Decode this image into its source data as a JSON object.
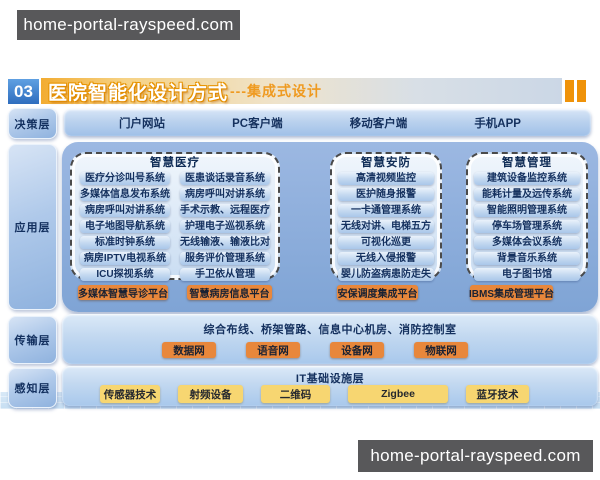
{
  "watermarks": {
    "top": "home-portal-rayspeed.com",
    "bottom": "home-portal-rayspeed.com"
  },
  "header": {
    "number": "03",
    "title": "医院智能化设计方式",
    "subtitle": "---集成式设计"
  },
  "decision": {
    "label": "决策层",
    "items": [
      "门户网站",
      "PC客户端",
      "移动客户端",
      "手机APP"
    ]
  },
  "application": {
    "label": "应用层",
    "medical": {
      "title": "智慧医疗",
      "left": [
        "医疗分诊叫号系统",
        "多媒体信息发布系统",
        "病房呼叫对讲系统",
        "电子地图导航系统",
        "标准时钟系统",
        "病房IPTV电视系统",
        "ICU探视系统"
      ],
      "right": [
        "医患谈话录音系统",
        "病房呼叫对讲系统",
        "手术示教、远程医疗",
        "护理电子巡视系统",
        "无线输液、输液比对",
        "服务评价管理系统",
        "手卫依从管理"
      ]
    },
    "security": {
      "title": "智慧安防",
      "items": [
        "高清视频监控",
        "医护随身报警",
        "一卡通管理系统",
        "无线对讲、电梯五方",
        "可视化巡更",
        "无线入侵报警",
        "婴儿防盗病患防走失"
      ]
    },
    "management": {
      "title": "智慧管理",
      "items": [
        "建筑设备监控系统",
        "能耗计量及远传系统",
        "智能照明管理系统",
        "停车场管理系统",
        "多媒体会议系统",
        "背景音乐系统",
        "电子图书馆"
      ]
    },
    "platforms": [
      "多媒体智慧导诊平台",
      "智慧病房信息平台",
      "安保调度集成平台",
      "IBMS集成管理平台"
    ]
  },
  "transmission": {
    "label": "传输层",
    "title": "综合布线、桥架管路、信息中心机房、消防控制室",
    "networks": [
      "数据网",
      "语音网",
      "设备网",
      "物联网"
    ]
  },
  "perception": {
    "label": "感知层",
    "title": "IT基础设施层",
    "techs": [
      "传感器技术",
      "射频设备",
      "二维码",
      "Zigbee",
      "蓝牙技术"
    ]
  },
  "colors": {
    "platform_orange": "#E8873B",
    "chip_yellow": "#F7D671",
    "header_accent_orange": "#EF9209",
    "layer_blue": "#8FB2DE",
    "app_container_blue": "#7FA4D5",
    "watermark_gray": "#58585A"
  }
}
